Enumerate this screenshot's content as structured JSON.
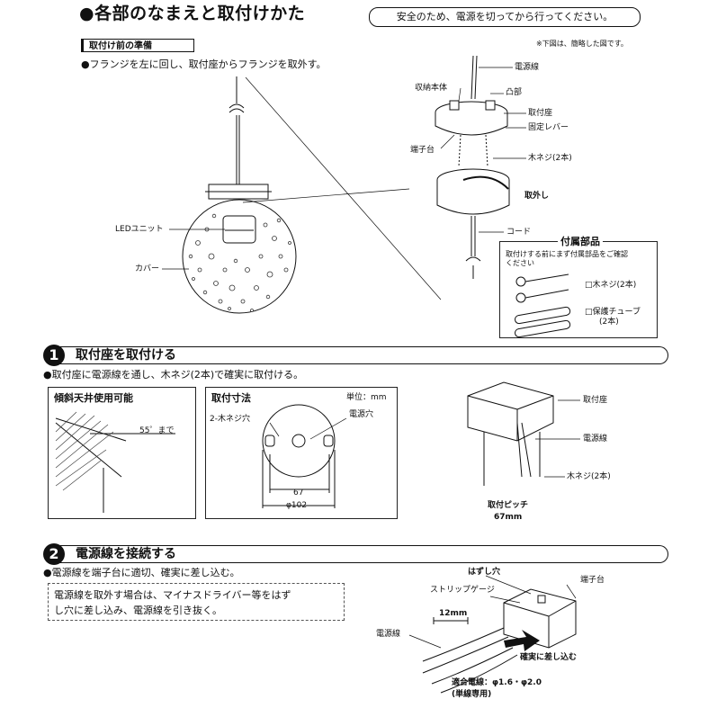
{
  "header": {
    "title": "●各部のなまえと取付けかた",
    "safety_note": "安全のため、電源を切ってから行ってください。"
  },
  "prep": {
    "heading": "取付け前の準備",
    "instruction": "●フランジを左に回し、取付座からフランジを取外す。",
    "simplified_note": "※下図は、簡略した図です。",
    "labels": {
      "led_unit": "LEDユニット",
      "cover": "カバー",
      "power_wire": "電源線",
      "storage_body": "収納本体",
      "convex": "凸部",
      "mount_base": "取付座",
      "fix_lever": "固定レバー",
      "terminal": "端子台",
      "wood_screw": "木ネジ(2本)",
      "remove": "取外し",
      "cord": "コード"
    },
    "accessories": {
      "title": "付属部品",
      "desc_line1": "取付けする前にまず付属部品をご確認",
      "desc_line2": "ください",
      "item1": "□木ネジ(2本)",
      "item2": "□保護チューブ",
      "item2_qty": "(2本)"
    }
  },
  "step1": {
    "number": "1",
    "title": "取付座を取付ける",
    "instruction": "●取付座に電源線を通し、木ネジ(2本)で確実に取付ける。",
    "slope_panel": {
      "title": "傾斜天井使用可能",
      "limit": "55゜まで"
    },
    "dim_panel": {
      "title": "取付寸法",
      "unit": "単位：mm",
      "screw_hole": "2-木ネジ穴",
      "power_hole": "電源穴",
      "dim_pitch": "67",
      "dim_diameter": "φ102"
    },
    "labels": {
      "mount_base": "取付座",
      "power_wire": "電源線",
      "wood_screw": "木ネジ(2本)",
      "pitch_label": "取付ピッチ",
      "pitch_value": "67mm"
    }
  },
  "step2": {
    "number": "2",
    "title": "電源線を接続する",
    "instruction": "●電源線を端子台に適切、確実に差し込む。",
    "note_line1": "電源線を取外す場合は、マイナスドライバー等をはず",
    "note_line2": "し穴に差し込み、電源線を引き抜く。",
    "labels": {
      "release_hole": "はずし穴",
      "terminal": "端子台",
      "strip_gauge": "ストリップゲージ",
      "strip_length": "12mm",
      "power_wire": "電源線",
      "insert": "確実に差し込む",
      "wire_spec": "適合電線：φ1.6・φ2.0",
      "wire_type": "(単線専用)"
    }
  }
}
